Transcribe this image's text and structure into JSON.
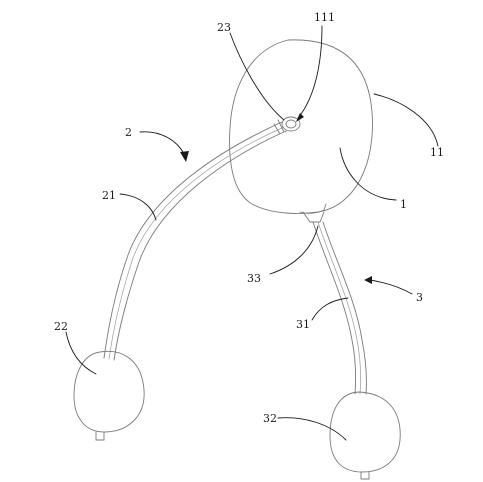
{
  "labels": {
    "l23": "23",
    "l111": "111",
    "l2": "2",
    "l11": "11",
    "l21": "21",
    "l1": "1",
    "l33": "33",
    "l3": "3",
    "l31": "31",
    "l22": "22",
    "l32": "32"
  },
  "colors": {
    "outline": "#7a7a7a",
    "leader": "#1a1a1a",
    "background": "#ffffff"
  }
}
